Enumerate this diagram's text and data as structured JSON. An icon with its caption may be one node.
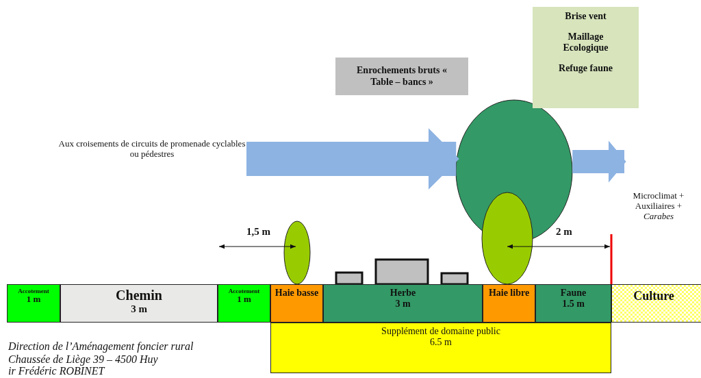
{
  "diagram": {
    "nodes": [
      {
        "text": [
          "Brise vent",
          "Maillage Ecologique",
          "Refuge faune"
        ]
      },
      {
        "text": [
          "Enrochements bruts « Table – bancs »"
        ]
      },
      {
        "text": [
          "Aux croisements de circuits de promenade cyclables ou pédestres"
        ]
      },
      {
        "text": [],
        "shape": "circle"
      },
      {
        "text": [
          "Microclimat + Auxiliaires + *Carabes*"
        ]
      },
      {
        "text": [
          "Accotement",
          "1 m"
        ]
      },
      {
        "text": [
          "Chemin",
          "3 m"
        ]
      },
      {
        "text": [
          "Accotement",
          "1 m"
        ]
      },
      {
        "text": [
          "Haie basse"
        ]
      },
      {
        "text": [
          "Herbe",
          "3 m"
        ]
      },
      {
        "text": [
          "Haie libre"
        ]
      },
      {
        "text": [
          "Faune",
          "1.5 m"
        ]
      },
      {
        "text": [
          "Culture"
        ]
      },
      {
        "text": [
          "Supplément de domaine public",
          "6.5 m"
        ]
      }
    ],
    "edges": [
      {
        "from": 2,
        "to": 3,
        "arrow": "to"
      },
      {
        "from": 3,
        "to": 4,
        "arrow": "to"
      }
    ],
    "labels": [
      "1,5 m",
      "2 m",
      "Direction de l’Aménagement foncier rural",
      "Chaussée de Liège 39 – 4500 Huy",
      "ir Frédéric ROBINET"
    ]
  }
}
